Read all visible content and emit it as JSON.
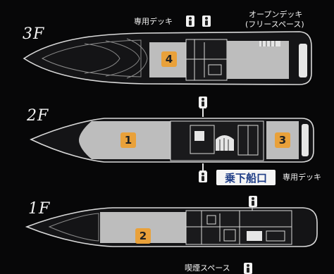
{
  "floors": {
    "f3": {
      "label": "3F",
      "area_number": "4"
    },
    "f2": {
      "label": "2F",
      "area_number_left": "1",
      "area_number_right": "3"
    },
    "f1": {
      "label": "1F",
      "area_number": "2"
    }
  },
  "notes": {
    "private_deck_3f": "専用デッキ",
    "open_deck_line1": "オープンデッキ",
    "open_deck_line2": "(フリースペース)",
    "private_deck_2f": "専用デッキ",
    "boarding": "乗下船口",
    "smoking_space": "喫煙スペース"
  },
  "icons": [
    "restroom-icon",
    "boarding-arrow-icon"
  ],
  "colors": {
    "background": "#070708",
    "hull_fill": "#141416",
    "hull_stroke": "#d9d9d9",
    "room_fill": "#bdbdbd",
    "badge": "#e9a13a",
    "boarding_text": "#1f3d86"
  }
}
